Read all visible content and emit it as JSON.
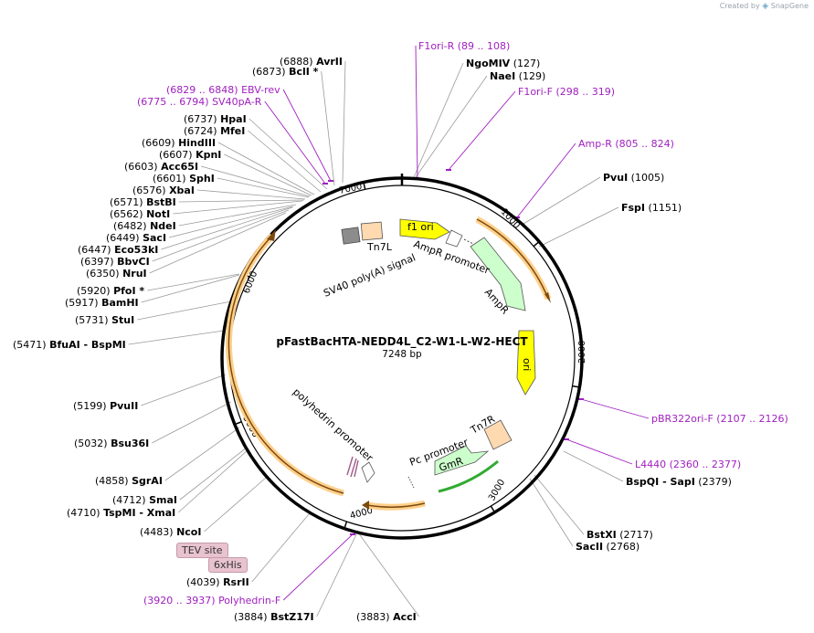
{
  "brand": {
    "created_by": "Created by",
    "name": "SnapGene"
  },
  "plasmid": {
    "name": "pFastBacHTA-NEDD4L_C2-W1-L-W2-HECT",
    "size": "7248 bp"
  },
  "colors": {
    "primer": "#a020c0",
    "orf": "#ffd08a",
    "ori": "#ffff00",
    "resistance": "#ccffcc",
    "tag": "#e8c3cf"
  },
  "ticks": [
    "1000",
    "2000",
    "3000",
    "4000",
    "5000",
    "6000",
    "7000"
  ],
  "sites": [
    {
      "pos": "(6888)",
      "name": "AvrII"
    },
    {
      "pos": "(6873)",
      "name": "BclI *"
    },
    {
      "pos": "(6737)",
      "name": "HpaI"
    },
    {
      "pos": "(6724)",
      "name": "MfeI"
    },
    {
      "pos": "(6609)",
      "name": "HindIII"
    },
    {
      "pos": "(6607)",
      "name": "KpnI"
    },
    {
      "pos": "(6603)",
      "name": "Acc65I"
    },
    {
      "pos": "(6601)",
      "name": "SphI"
    },
    {
      "pos": "(6576)",
      "name": "XbaI"
    },
    {
      "pos": "(6571)",
      "name": "BstBI"
    },
    {
      "pos": "(6562)",
      "name": "NotI"
    },
    {
      "pos": "(6482)",
      "name": "NdeI"
    },
    {
      "pos": "(6449)",
      "name": "SacI"
    },
    {
      "pos": "(6447)",
      "name": "Eco53kI"
    },
    {
      "pos": "(6397)",
      "name": "BbvCI"
    },
    {
      "pos": "(6350)",
      "name": "NruI"
    },
    {
      "pos": "(5920)",
      "name": "PfoI *"
    },
    {
      "pos": "(5917)",
      "name": "BamHI"
    },
    {
      "pos": "(5731)",
      "name": "StuI"
    },
    {
      "pos": "(5471)",
      "name": "BfuAI - BspMI"
    },
    {
      "pos": "(5199)",
      "name": "PvuII"
    },
    {
      "pos": "(5032)",
      "name": "Bsu36I"
    },
    {
      "pos": "(4858)",
      "name": "SgrAI"
    },
    {
      "pos": "(4712)",
      "name": "SmaI"
    },
    {
      "pos": "(4710)",
      "name": "TspMI - XmaI"
    },
    {
      "pos": "(4483)",
      "name": "NcoI"
    },
    {
      "pos": "(4039)",
      "name": "RsrII"
    },
    {
      "pos": "(3884)",
      "name": "BstZ17I"
    },
    {
      "pos": "(3883)",
      "name": "AccI"
    },
    {
      "pos": "(127)",
      "name": "NgoMIV"
    },
    {
      "pos": "(129)",
      "name": "NaeI"
    },
    {
      "pos": "(1005)",
      "name": "PvuI"
    },
    {
      "pos": "(1151)",
      "name": "FspI"
    },
    {
      "pos": "(2379)",
      "name": "BspQI - SapI"
    },
    {
      "pos": "(2717)",
      "name": "BstXI"
    },
    {
      "pos": "(2768)",
      "name": "SacII"
    }
  ],
  "primers": [
    {
      "range": "(6829 .. 6848)",
      "name": "EBV-rev"
    },
    {
      "range": "(6775 .. 6794)",
      "name": "SV40pA-R"
    },
    {
      "range": "(89 .. 108)",
      "name": "F1ori-R"
    },
    {
      "range": "(298 .. 319)",
      "name": "F1ori-F"
    },
    {
      "range": "(805 .. 824)",
      "name": "Amp-R"
    },
    {
      "range": "(2107 .. 2126)",
      "name": "pBR322ori-F"
    },
    {
      "range": "(2360 .. 2377)",
      "name": "L4440"
    },
    {
      "range": "(3920 .. 3937)",
      "name": "Polyhedrin-F"
    }
  ],
  "features": {
    "f1_ori": "f1 ori",
    "ampr_promoter": "AmpR promoter",
    "ampr": "AmpR",
    "ori": "ori",
    "tn7l": "Tn7L",
    "sv40": "SV40 poly(A) signal",
    "polyhedrin": "polyhedrin promoter",
    "pc_promoter": "Pc promoter",
    "gmr": "GmR",
    "tn7r": "Tn7R"
  },
  "tags": [
    "TEV site",
    "6xHis"
  ]
}
